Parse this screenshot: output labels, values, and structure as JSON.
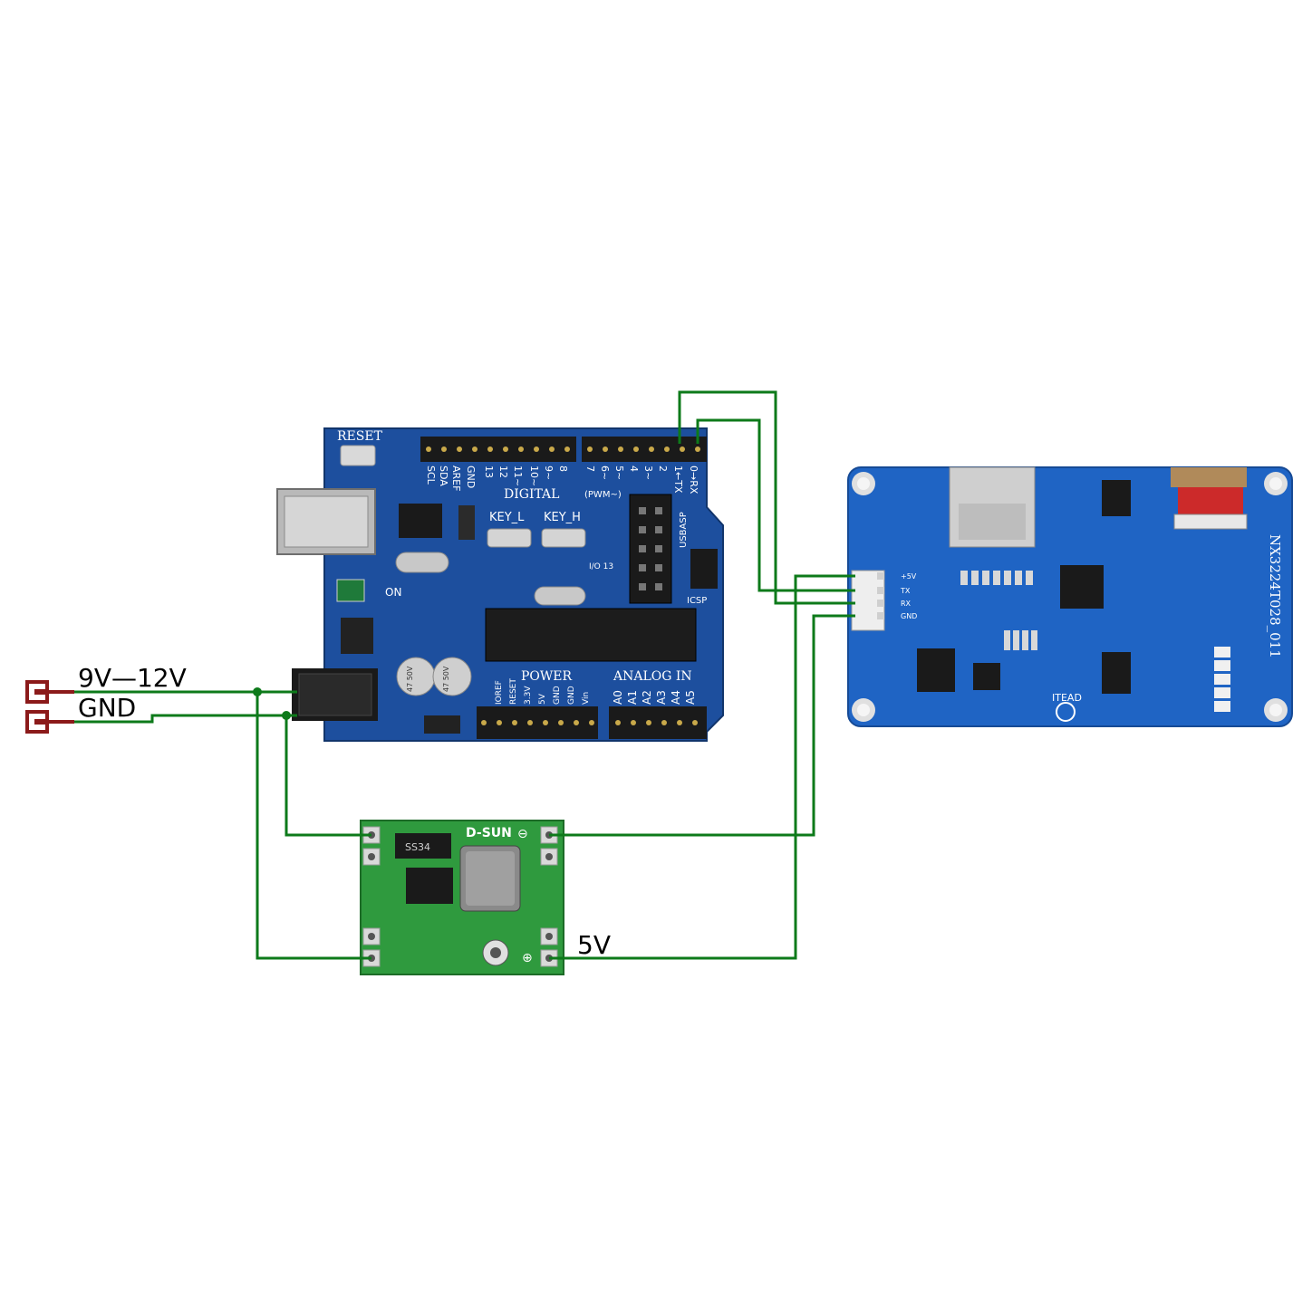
{
  "colors": {
    "wire": "#0d7a1a",
    "board_blue": "#1d4f9e",
    "board_blue_dark": "#173f83",
    "display_blue": "#1f64c4",
    "buck_green": "#2f9a3e",
    "terminal_red": "#8b1a1a",
    "header_black": "#1a1a1a",
    "silkscreen": "#ffffff"
  },
  "labels": {
    "supply": "9V—12V",
    "gnd": "GND",
    "out_5v": "5V"
  },
  "arduino": {
    "reset": "RESET",
    "digital": "DIGITAL",
    "pwm": "(PWM~)",
    "key_l": "KEY_L",
    "key_h": "KEY_H",
    "on": "ON",
    "power": "POWER",
    "analog_in": "ANALOG IN",
    "usbasp": "USBASP",
    "icsp": "ICSP",
    "io13": "I/O 13",
    "cap_a": "47 50V",
    "cap_b": "47 50V",
    "top_pins": [
      "SCL",
      "SDA",
      "AREF",
      "GND",
      "13",
      "12",
      "11~",
      "10~",
      "9~",
      "8",
      "7",
      "6~",
      "5~",
      "4",
      "3~",
      "2",
      "1←TX",
      "0→RX"
    ],
    "power_pins": [
      "IOREF",
      "RESET",
      "3.3V",
      "5V",
      "GND",
      "GND",
      "Vin"
    ],
    "analog_pins": [
      "A0",
      "A1",
      "A2",
      "A3",
      "A4",
      "A5"
    ]
  },
  "display": {
    "model": "NX3224T028_011",
    "brand": "ITEAD",
    "pins": [
      "+5V",
      "TX",
      "RX",
      "GND"
    ]
  },
  "buck": {
    "brand": "D-SUN",
    "minus": "⊖",
    "plus": "⊕",
    "diode": "SS34"
  }
}
